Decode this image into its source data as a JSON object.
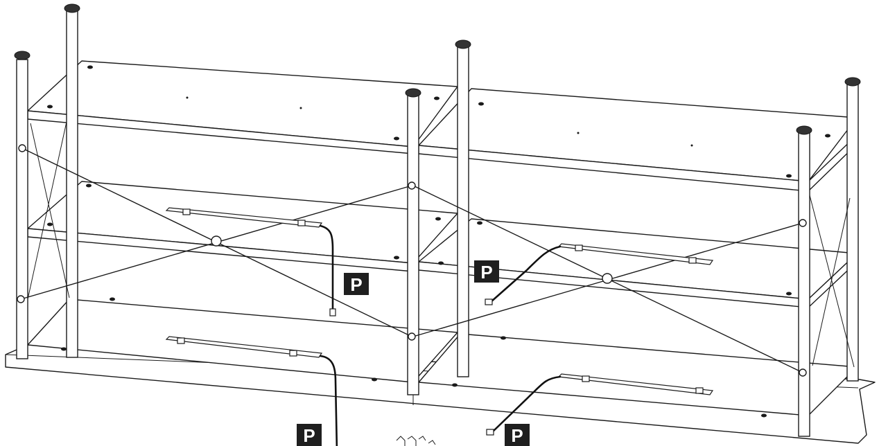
{
  "figure": {
    "callouts": [
      {
        "label": "P"
      },
      {
        "label": "P"
      },
      {
        "label": "P"
      },
      {
        "label": "P"
      }
    ]
  }
}
